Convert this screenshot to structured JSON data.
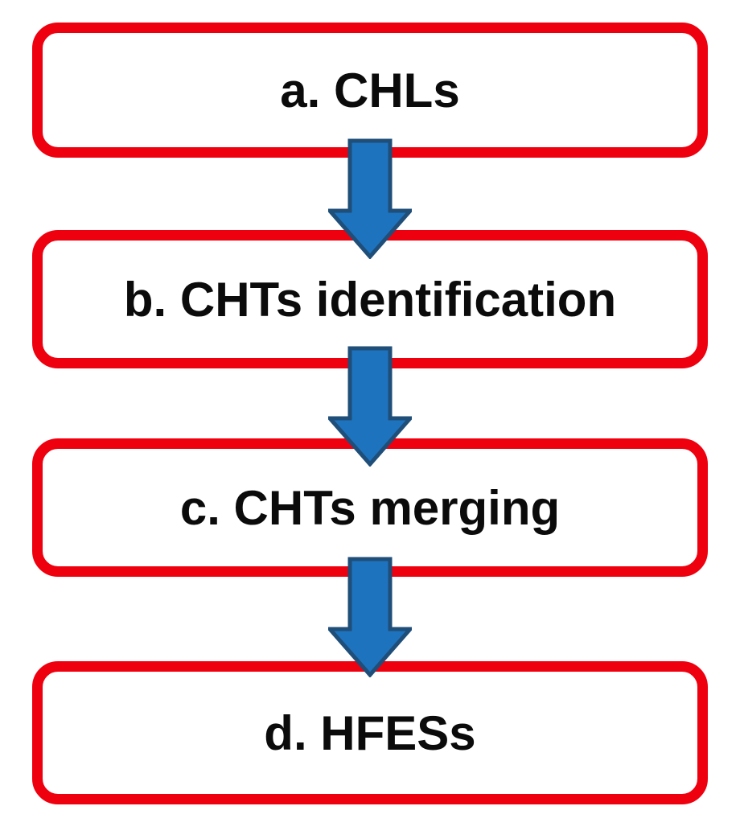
{
  "diagram": {
    "type": "flowchart",
    "direction": "top-down",
    "colors": {
      "background": "#ffffff",
      "box_border": "#ee000f",
      "box_fill": "#ffffff",
      "text": "#0b0b0b",
      "arrow_fill": "#1e73be",
      "arrow_stroke": "#1f4e79"
    },
    "steps": [
      {
        "id": "a",
        "label": "a. CHLs"
      },
      {
        "id": "b",
        "label": "b. CHTs identification"
      },
      {
        "id": "c",
        "label": "c. CHTs merging"
      },
      {
        "id": "d",
        "label": "d. HFESs"
      }
    ],
    "connectors": [
      {
        "from": "a",
        "to": "b",
        "shape": "block-arrow-down"
      },
      {
        "from": "b",
        "to": "c",
        "shape": "block-arrow-down"
      },
      {
        "from": "c",
        "to": "d",
        "shape": "block-arrow-down"
      }
    ]
  }
}
